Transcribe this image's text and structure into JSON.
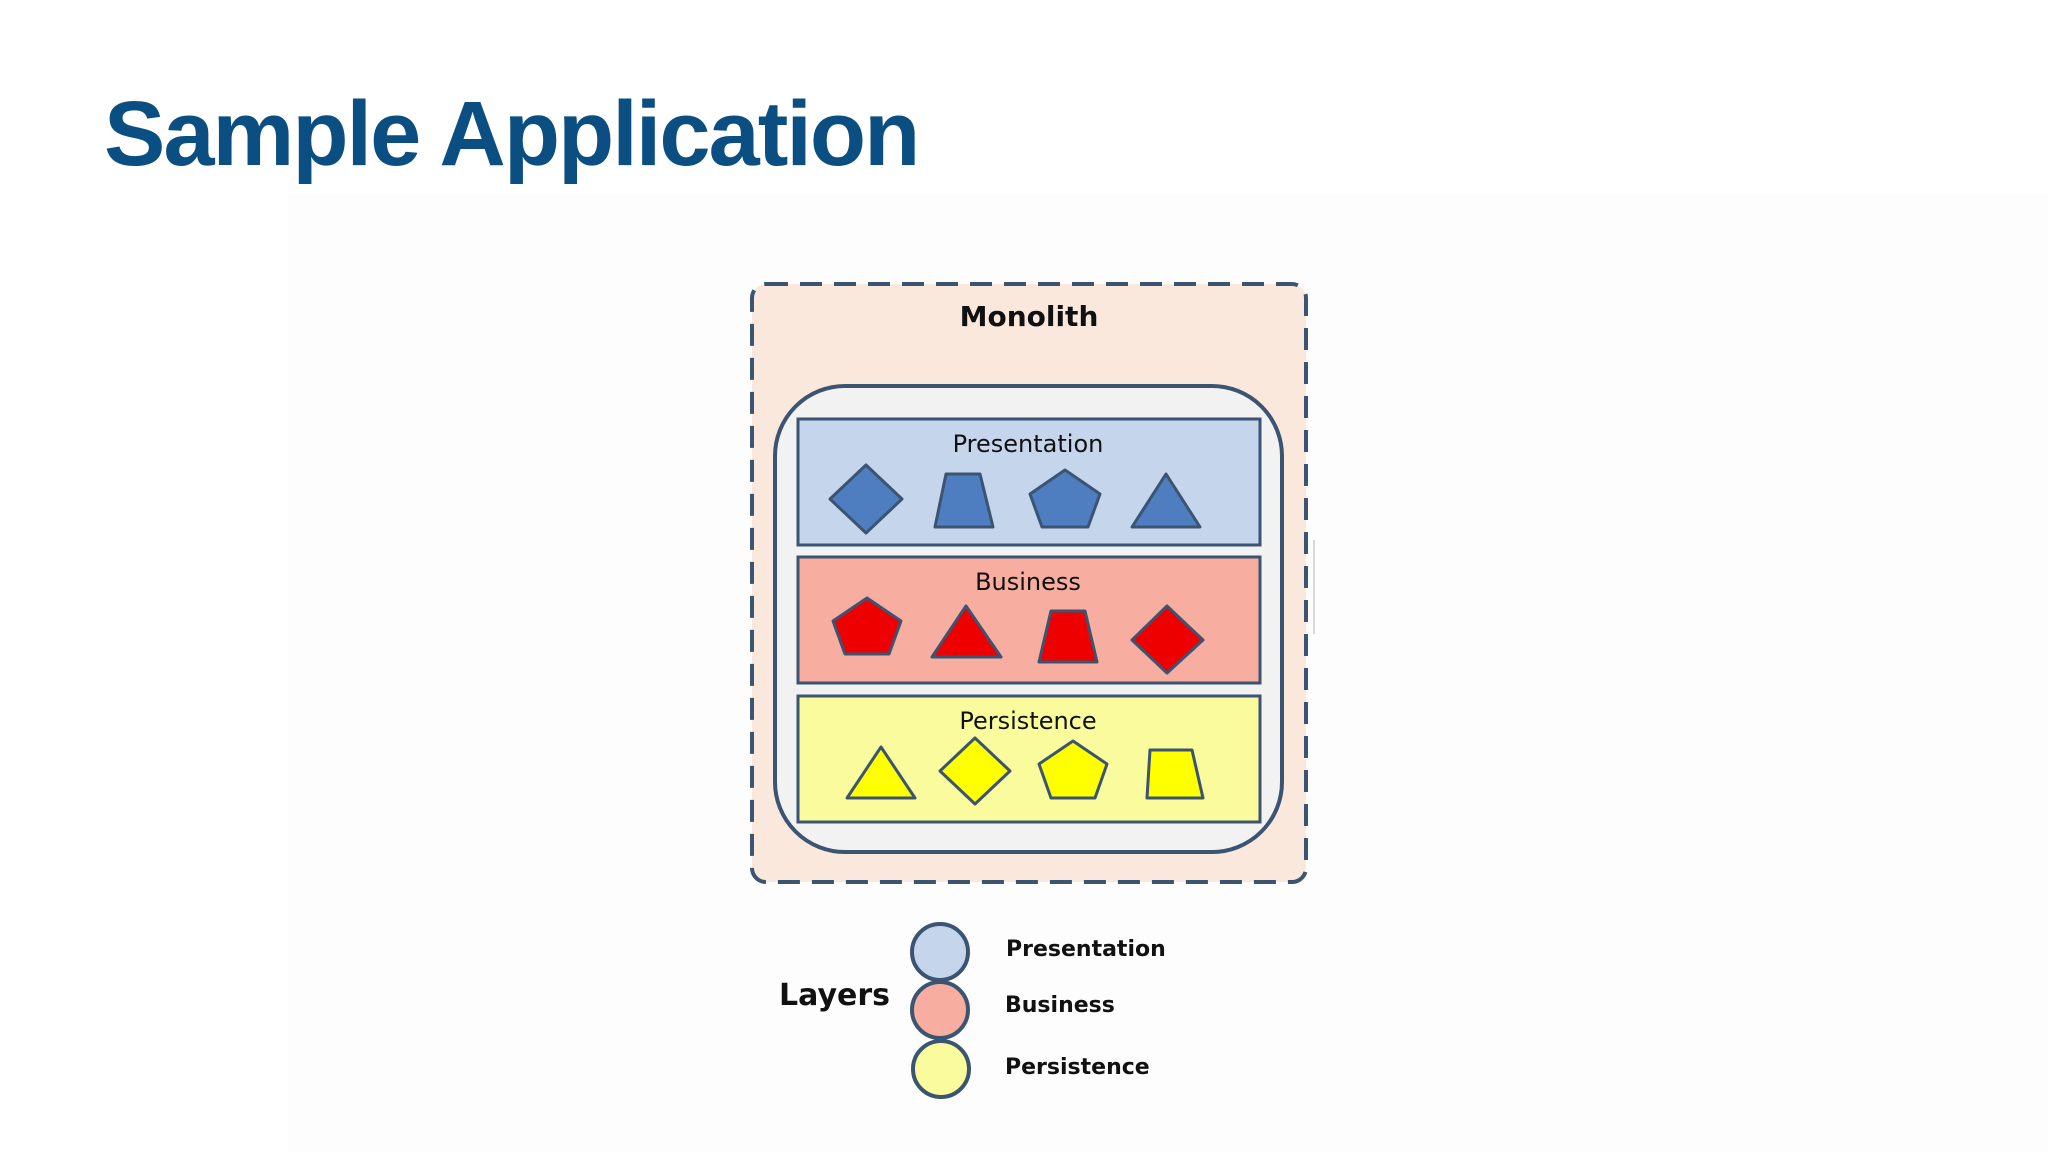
{
  "slide": {
    "title": "Sample Application",
    "title_color": "#0b4f82"
  },
  "diagram": {
    "monolith_label": "Monolith",
    "layers": [
      {
        "label": "Presentation",
        "fill": "#c5d5ec",
        "shape_fill": "#4f7ec0",
        "shapes": [
          "diamond",
          "trapezoid",
          "pentagon",
          "triangle"
        ]
      },
      {
        "label": "Business",
        "fill": "#f7ada0",
        "shape_fill": "#ee0000",
        "shapes": [
          "pentagon",
          "triangle",
          "trapezoid",
          "diamond"
        ]
      },
      {
        "label": "Persistence",
        "fill": "#fafb9c",
        "shape_fill": "#ffff00",
        "shapes": [
          "triangle",
          "diamond",
          "pentagon",
          "trapezoid"
        ]
      }
    ],
    "colors": {
      "outline": "#3b5472",
      "monolith_fill": "#fbe8dd",
      "inner_container_fill": "#f2f2f2"
    }
  },
  "legend": {
    "title": "Layers",
    "items": [
      {
        "label": "Presentation",
        "color": "#c5d5ec"
      },
      {
        "label": "Business",
        "color": "#f7ada0"
      },
      {
        "label": "Persistence",
        "color": "#fafb9c"
      }
    ]
  }
}
